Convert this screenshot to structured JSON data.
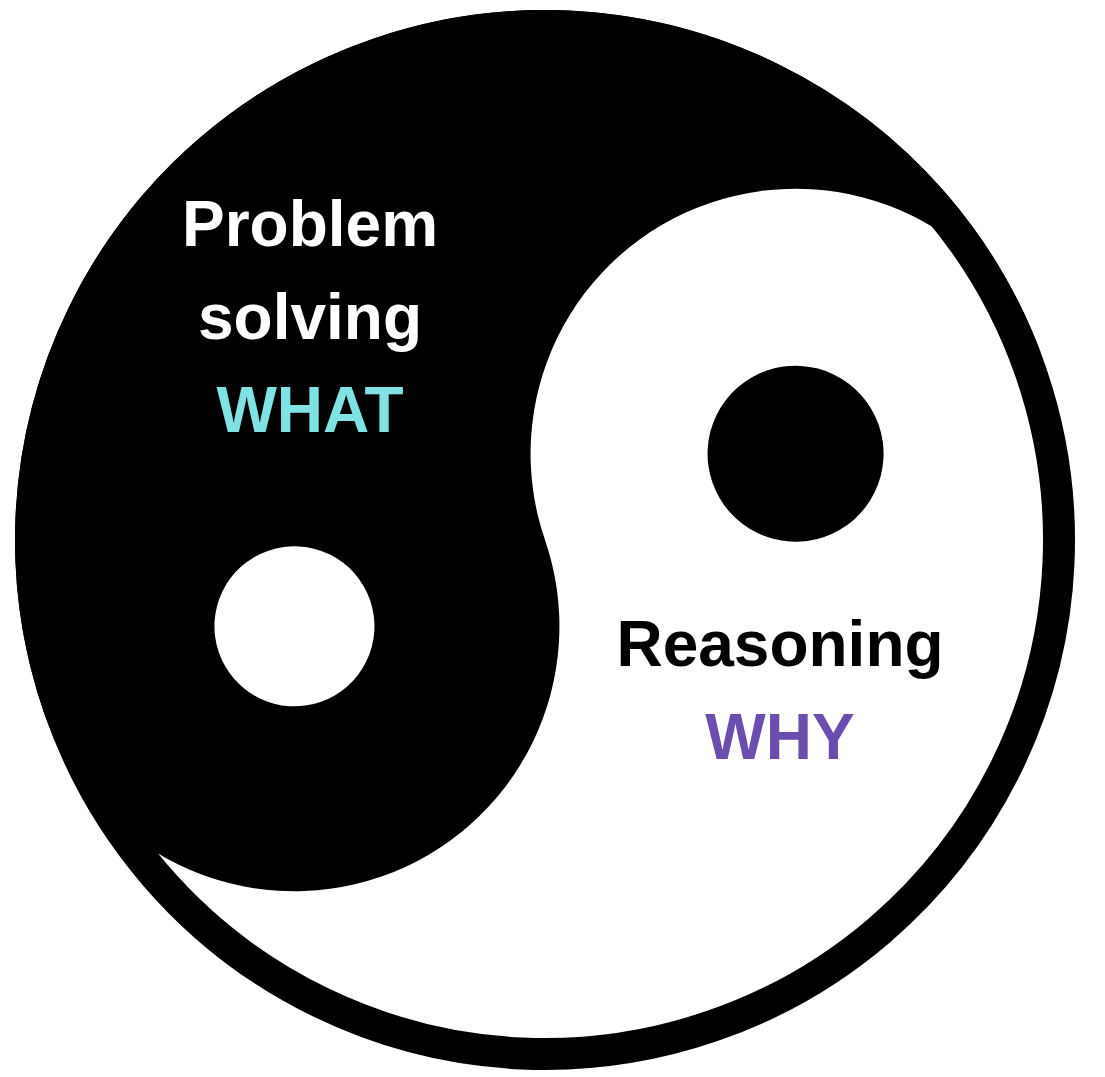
{
  "diagram": {
    "nodes": [
      {
        "text": [
          "Problem solving",
          "WHAT"
        ]
      },
      {
        "text": [
          "Reasoning",
          "WHY"
        ]
      }
    ]
  }
}
